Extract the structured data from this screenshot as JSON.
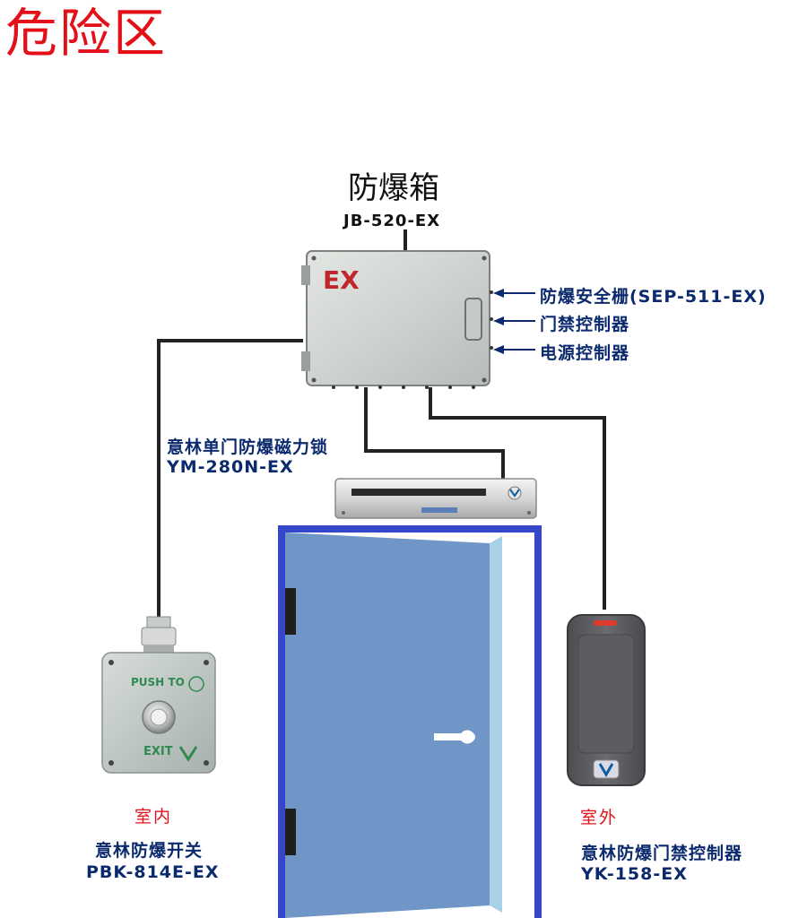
{
  "zone_title": "危险区",
  "junction_box": {
    "title": "防爆箱",
    "model": "JB-520-EX",
    "marking": "EX",
    "inputs": [
      "防爆安全栅(SEP-511-EX)",
      "门禁控制器",
      "电源控制器"
    ]
  },
  "mag_lock": {
    "name": "意林单门防爆磁力锁",
    "model": "YM-280N-EX"
  },
  "exit_button": {
    "location": "室内",
    "name": "意林防爆开关",
    "model": "PBK-814E-EX",
    "panel_top_text": "PUSH TO",
    "panel_bottom_text": "EXIT"
  },
  "reader": {
    "location": "室外",
    "name": "意林防爆门禁控制器",
    "model": "YK-158-EX"
  },
  "colors": {
    "danger": "#e3101a",
    "label_blue": "#0b2a6e",
    "door_fill": "#6f96c6",
    "frame": "#3547c8"
  }
}
